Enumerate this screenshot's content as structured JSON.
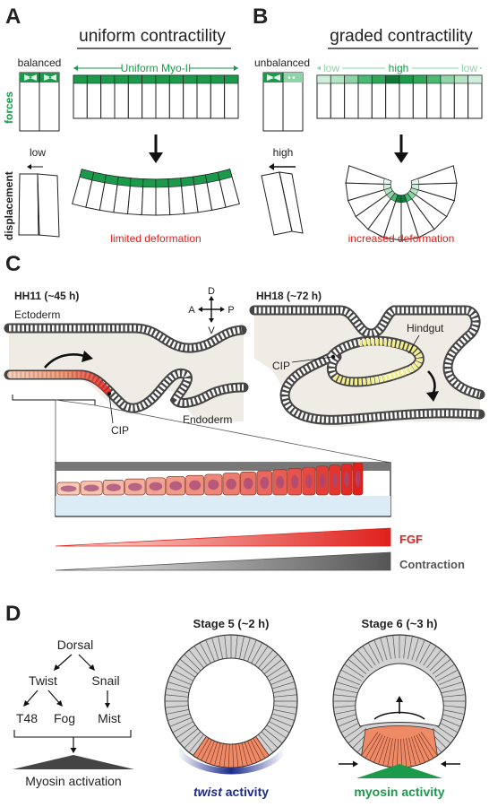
{
  "panelA": {
    "letter": "A",
    "title": "uniform contractility",
    "balanced_label": "balanced",
    "myo_label": "Uniform Myo-II",
    "forces_label": "forces",
    "displacement_label": "displacement",
    "low_label": "low",
    "deformation_label": "limited deformation"
  },
  "panelB": {
    "letter": "B",
    "title": "graded contractility",
    "unbalanced_label": "unbalanced",
    "gradient_low_left": "low",
    "gradient_high": "high",
    "gradient_low_right": "low",
    "high_label": "high",
    "deformation_label": "increased deformation"
  },
  "panelC": {
    "letter": "C",
    "left_stage": "HH11 (~45 h)",
    "right_stage": "HH18 (~72 h)",
    "ectoderm_label": "Ectoderm",
    "endoderm_label": "Endoderm",
    "cip_left": "CIP",
    "cip_right": "CIP",
    "hindgut_label": "Hindgut",
    "axis_d": "D",
    "axis_v": "V",
    "axis_a": "A",
    "axis_p": "P",
    "fgf_label": "FGF",
    "contraction_label": "Contraction"
  },
  "panelD": {
    "letter": "D",
    "dorsal": "Dorsal",
    "twist": "Twist",
    "snail": "Snail",
    "t48": "T48",
    "fog": "Fog",
    "mist": "Mist",
    "myosin_activation": "Myosin activation",
    "stage5": "Stage 5 (~2 h)",
    "stage6": "Stage 6 (~3 h)",
    "twist_italic": "twist",
    "twist_activity_suffix": " activity",
    "myosin_activity": "myosin activity"
  },
  "colors": {
    "green": "#1a9a4a",
    "light_green": "#8fd4a6",
    "red": "#e0201c",
    "dark_gray": "#555555",
    "navy": "#1c2a8c",
    "salmon": "#ef8a66",
    "cell_gray": "#d2d2d2",
    "yellow": "#f4ee8a"
  }
}
